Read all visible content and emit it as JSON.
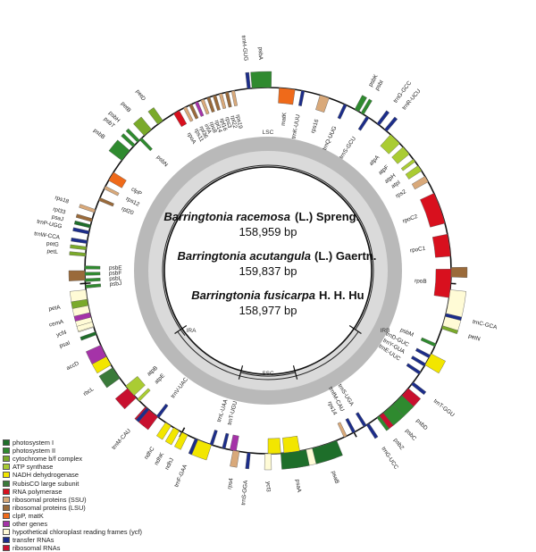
{
  "species": [
    {
      "genus_species": "Barringtonia racemosa",
      "authority": "(L.) Spreng.",
      "length": "158,959 bp"
    },
    {
      "genus_species": "Barringtonia acutangula",
      "authority": "(L.) Gaertn.",
      "length": "159,837 bp"
    },
    {
      "genus_species": "Barringtonia fusicarpa",
      "authority": "H. H. Hu",
      "length": "158,977 bp"
    }
  ],
  "regions": {
    "lsc": "LSC",
    "ssc": "SSC",
    "ira": "IRA",
    "irb": "IRB"
  },
  "legend": [
    {
      "label": "photosystem I",
      "color": "#1e6e2a"
    },
    {
      "label": "photosystem II",
      "color": "#2f8a2f"
    },
    {
      "label": "cytochrome b/f complex",
      "color": "#7aaa2a"
    },
    {
      "label": "ATP synthase",
      "color": "#aacc33"
    },
    {
      "label": "NADH dehydrogenase",
      "color": "#f2e600"
    },
    {
      "label": "RubisCO large subunit",
      "color": "#3a7a3a"
    },
    {
      "label": "RNA polymerase",
      "color": "#d8101e"
    },
    {
      "label": "ribosomal proteins (SSU)",
      "color": "#d9a97a"
    },
    {
      "label": "ribosomal proteins (LSU)",
      "color": "#9a6a3a"
    },
    {
      "label": "clpP, matK",
      "color": "#ef6a1a"
    },
    {
      "label": "other genes",
      "color": "#a533a8"
    },
    {
      "label": "hypothetical chloroplast reading frames (ycf)",
      "color": "#fffbd6"
    },
    {
      "label": "transfer RNAs",
      "color": "#1c2d8a"
    },
    {
      "label": "ribosomal RNAs",
      "color": "#c8102e"
    }
  ],
  "genes": [
    {
      "name": "psbA",
      "angle": 358,
      "len": 6,
      "out": true,
      "cat": "photosystem II"
    },
    {
      "name": "trnH-GUG",
      "angle": 354,
      "len": 1,
      "out": true,
      "cat": "transfer RNAs"
    },
    {
      "name": "matK",
      "angle": 6,
      "len": 5,
      "out": false,
      "cat": "clpP, matK"
    },
    {
      "name": "trnK-UUU",
      "angle": 11,
      "len": 1,
      "out": false,
      "cat": "transfer RNAs"
    },
    {
      "name": "rps16",
      "angle": 18,
      "len": 3,
      "out": false,
      "cat": "ribosomal proteins (SSU)"
    },
    {
      "name": "trnQ-UUG",
      "angle": 25,
      "len": 1,
      "out": false,
      "cat": "transfer RNAs"
    },
    {
      "name": "psbK",
      "angle": 29,
      "len": 1.5,
      "out": true,
      "cat": "photosystem II"
    },
    {
      "name": "psbI",
      "angle": 31,
      "len": 1,
      "out": true,
      "cat": "photosystem II"
    },
    {
      "name": "trnS-GCU",
      "angle": 33,
      "len": 1,
      "out": false,
      "cat": "transfer RNAs"
    },
    {
      "name": "trnG-GCC",
      "angle": 37,
      "len": 1,
      "out": true,
      "cat": "transfer RNAs"
    },
    {
      "name": "trnR-UCU",
      "angle": 40,
      "len": 1,
      "out": true,
      "cat": "transfer RNAs"
    },
    {
      "name": "atpA",
      "angle": 44,
      "len": 4,
      "out": false,
      "cat": "ATP synthase"
    },
    {
      "name": "atpF",
      "angle": 49,
      "len": 3,
      "out": false,
      "cat": "ATP synthase"
    },
    {
      "name": "atpH",
      "angle": 53,
      "len": 1,
      "out": false,
      "cat": "ATP synthase"
    },
    {
      "name": "atpI",
      "angle": 56,
      "len": 2,
      "out": false,
      "cat": "ATP synthase"
    },
    {
      "name": "rps2",
      "angle": 60,
      "len": 2,
      "out": false,
      "cat": "ribosomal proteins (SSU)"
    },
    {
      "name": "rpoC2",
      "angle": 70,
      "len": 10,
      "out": false,
      "cat": "RNA polymerase"
    },
    {
      "name": "rpoC1",
      "angle": 82,
      "len": 7,
      "out": false,
      "cat": "RNA polymerase"
    },
    {
      "name": "rpoB",
      "angle": 94,
      "len": 9,
      "out": false,
      "cat": "RNA polymerase"
    },
    {
      "name": "trnC-GCA",
      "angle": 104,
      "len": 1,
      "out": true,
      "cat": "transfer RNAs"
    },
    {
      "name": "petN",
      "angle": 108,
      "len": 1,
      "out": true,
      "cat": "cytochrome b/f complex"
    },
    {
      "name": "psbM",
      "angle": 114,
      "len": 1,
      "out": false,
      "cat": "photosystem II"
    },
    {
      "name": "trnD-GUC",
      "angle": 118,
      "len": 1,
      "out": false,
      "cat": "transfer RNAs"
    },
    {
      "name": "trnY-GUA",
      "angle": 121,
      "len": 1,
      "out": false,
      "cat": "transfer RNAs"
    },
    {
      "name": "trnE-UUC",
      "angle": 124,
      "len": 1,
      "out": false,
      "cat": "transfer RNAs"
    },
    {
      "name": "trnT-GGU",
      "angle": 128,
      "len": 1,
      "out": true,
      "cat": "transfer RNAs"
    },
    {
      "name": "psbD",
      "angle": 135,
      "len": 4,
      "out": true,
      "cat": "photosystem II"
    },
    {
      "name": "psbC",
      "angle": 139,
      "len": 4,
      "out": true,
      "cat": "photosystem II"
    },
    {
      "name": "psbZ",
      "angle": 143,
      "len": 1,
      "out": true,
      "cat": "photosystem II"
    },
    {
      "name": "trnG-UCC",
      "angle": 147,
      "len": 1,
      "out": true,
      "cat": "transfer RNAs"
    },
    {
      "name": "trnfM-CAU",
      "angle": 152,
      "len": 1,
      "out": false,
      "cat": "transfer RNAs"
    },
    {
      "name": "trnS-UGA",
      "angle": 148,
      "len": 1,
      "out": false,
      "cat": "transfer RNAs"
    },
    {
      "name": "rps14",
      "angle": 155,
      "len": 1,
      "out": false,
      "cat": "ribosomal proteins (SSU)"
    },
    {
      "name": "psaB",
      "angle": 162,
      "len": 8,
      "out": true,
      "cat": "photosystem I"
    },
    {
      "name": "psaA",
      "angle": 172,
      "len": 8,
      "out": true,
      "cat": "photosystem I"
    },
    {
      "name": "ycf3",
      "angle": 180,
      "len": 2,
      "out": true,
      "cat": "hypothetical chloroplast reading frames (ycf)"
    },
    {
      "name": "trnS-GGA",
      "angle": 186,
      "len": 1,
      "out": true,
      "cat": "transfer RNAs"
    },
    {
      "name": "rps4",
      "angle": 190,
      "len": 2,
      "out": true,
      "cat": "ribosomal proteins (SSU)"
    },
    {
      "name": "trnT-UGU",
      "angle": 194,
      "len": 1,
      "out": false,
      "cat": "transfer RNAs"
    },
    {
      "name": "trnL-UAA",
      "angle": 198,
      "len": 1,
      "out": false,
      "cat": "transfer RNAs"
    },
    {
      "name": "trnF-GAA",
      "angle": 203,
      "len": 1,
      "out": true,
      "cat": "transfer RNAs"
    },
    {
      "name": "ndhJ",
      "angle": 207,
      "len": 2,
      "out": true,
      "cat": "NADH dehydrogenase"
    },
    {
      "name": "ndhK",
      "angle": 210,
      "len": 2,
      "out": true,
      "cat": "NADH dehydrogenase"
    },
    {
      "name": "ndhC",
      "angle": 213,
      "len": 2,
      "out": true,
      "cat": "NADH dehydrogenase"
    },
    {
      "name": "trnV-UAC",
      "angle": 217,
      "len": 1,
      "out": false,
      "cat": "transfer RNAs"
    },
    {
      "name": "trnM-CAU",
      "angle": 221,
      "len": 1,
      "out": true,
      "cat": "transfer RNAs"
    },
    {
      "name": "atpE",
      "angle": 225,
      "len": 1,
      "out": false,
      "cat": "ATP synthase"
    },
    {
      "name": "atpB",
      "angle": 229,
      "len": 4,
      "out": false,
      "cat": "ATP synthase"
    },
    {
      "name": "rbcL",
      "angle": 236,
      "len": 4,
      "out": true,
      "cat": "RubisCO large subunit"
    },
    {
      "name": "accD",
      "angle": 244,
      "len": 4,
      "out": true,
      "cat": "other genes"
    },
    {
      "name": "psaI",
      "angle": 250,
      "len": 1,
      "out": true,
      "cat": "photosystem I"
    },
    {
      "name": "ycf4",
      "angle": 253,
      "len": 1.5,
      "out": true,
      "cat": "hypothetical chloroplast reading frames (ycf)"
    },
    {
      "name": "cemA",
      "angle": 256,
      "len": 1.5,
      "out": true,
      "cat": "other genes"
    },
    {
      "name": "petA",
      "angle": 260,
      "len": 2,
      "out": true,
      "cat": "cytochrome b/f complex"
    },
    {
      "name": "psbJ",
      "angle": 265,
      "len": 1,
      "out": false,
      "cat": "photosystem II"
    },
    {
      "name": "psbL",
      "angle": 267,
      "len": 1,
      "out": false,
      "cat": "photosystem II"
    },
    {
      "name": "psbF",
      "angle": 269,
      "len": 1,
      "out": false,
      "cat": "photosystem II"
    },
    {
      "name": "psbE",
      "angle": 271,
      "len": 1,
      "out": false,
      "cat": "photosystem II"
    },
    {
      "name": "petL",
      "angle": 275,
      "len": 1,
      "out": true,
      "cat": "cytochrome b/f complex"
    },
    {
      "name": "petG",
      "angle": 277,
      "len": 1,
      "out": true,
      "cat": "cytochrome b/f complex"
    },
    {
      "name": "trnW-CCA",
      "angle": 279,
      "len": 1,
      "out": true,
      "cat": "transfer RNAs"
    },
    {
      "name": "trnP-UGG",
      "angle": 282,
      "len": 1,
      "out": true,
      "cat": "transfer RNAs"
    },
    {
      "name": "psaJ",
      "angle": 284,
      "len": 1,
      "out": true,
      "cat": "photosystem I"
    },
    {
      "name": "rpl33",
      "angle": 286,
      "len": 1,
      "out": true,
      "cat": "ribosomal proteins (LSU)"
    },
    {
      "name": "rps18",
      "angle": 289,
      "len": 1,
      "out": true,
      "cat": "ribosomal proteins (SSU)"
    },
    {
      "name": "rpl20",
      "angle": 293,
      "len": 1,
      "out": false,
      "cat": "ribosomal proteins (LSU)"
    },
    {
      "name": "rps12",
      "angle": 297,
      "len": 1,
      "out": false,
      "cat": "ribosomal proteins (SSU)"
    },
    {
      "name": "clpP",
      "angle": 301,
      "len": 3,
      "out": false,
      "cat": "clpP, matK"
    },
    {
      "name": "psbB",
      "angle": 309,
      "len": 4,
      "out": true,
      "cat": "photosystem II"
    },
    {
      "name": "psbT",
      "angle": 313,
      "len": 1,
      "out": true,
      "cat": "photosystem II"
    },
    {
      "name": "psbH",
      "angle": 315,
      "len": 1,
      "out": true,
      "cat": "photosystem II"
    },
    {
      "name": "psbN",
      "angle": 316,
      "len": 1,
      "out": false,
      "cat": "photosystem II"
    },
    {
      "name": "petB",
      "angle": 319,
      "len": 3,
      "out": true,
      "cat": "cytochrome b/f complex"
    },
    {
      "name": "petD",
      "angle": 324,
      "len": 2,
      "out": true,
      "cat": "cytochrome b/f complex"
    },
    {
      "name": "rpoA",
      "angle": 330,
      "len": 2,
      "out": false,
      "cat": "RNA polymerase"
    },
    {
      "name": "rps11",
      "angle": 333,
      "len": 1,
      "out": false,
      "cat": "ribosomal proteins (SSU)"
    },
    {
      "name": "rpl36",
      "angle": 335,
      "len": 1,
      "out": false,
      "cat": "ribosomal proteins (LSU)"
    },
    {
      "name": "infA",
      "angle": 337,
      "len": 1,
      "out": false,
      "cat": "other genes"
    },
    {
      "name": "rps8",
      "angle": 339,
      "len": 1,
      "out": false,
      "cat": "ribosomal proteins (SSU)"
    },
    {
      "name": "rpl14",
      "angle": 341,
      "len": 1,
      "out": false,
      "cat": "ribosomal proteins (LSU)"
    },
    {
      "name": "rpl16",
      "angle": 343,
      "len": 1,
      "out": false,
      "cat": "ribosomal proteins (LSU)"
    },
    {
      "name": "rps3",
      "angle": 345,
      "len": 1,
      "out": false,
      "cat": "ribosomal proteins (SSU)"
    },
    {
      "name": "rpl22",
      "angle": 347,
      "len": 1,
      "out": false,
      "cat": "ribosomal proteins (LSU)"
    },
    {
      "name": "rps19",
      "angle": 349,
      "len": 1,
      "out": false,
      "cat": "ribosomal proteins (SSU)"
    }
  ]
}
